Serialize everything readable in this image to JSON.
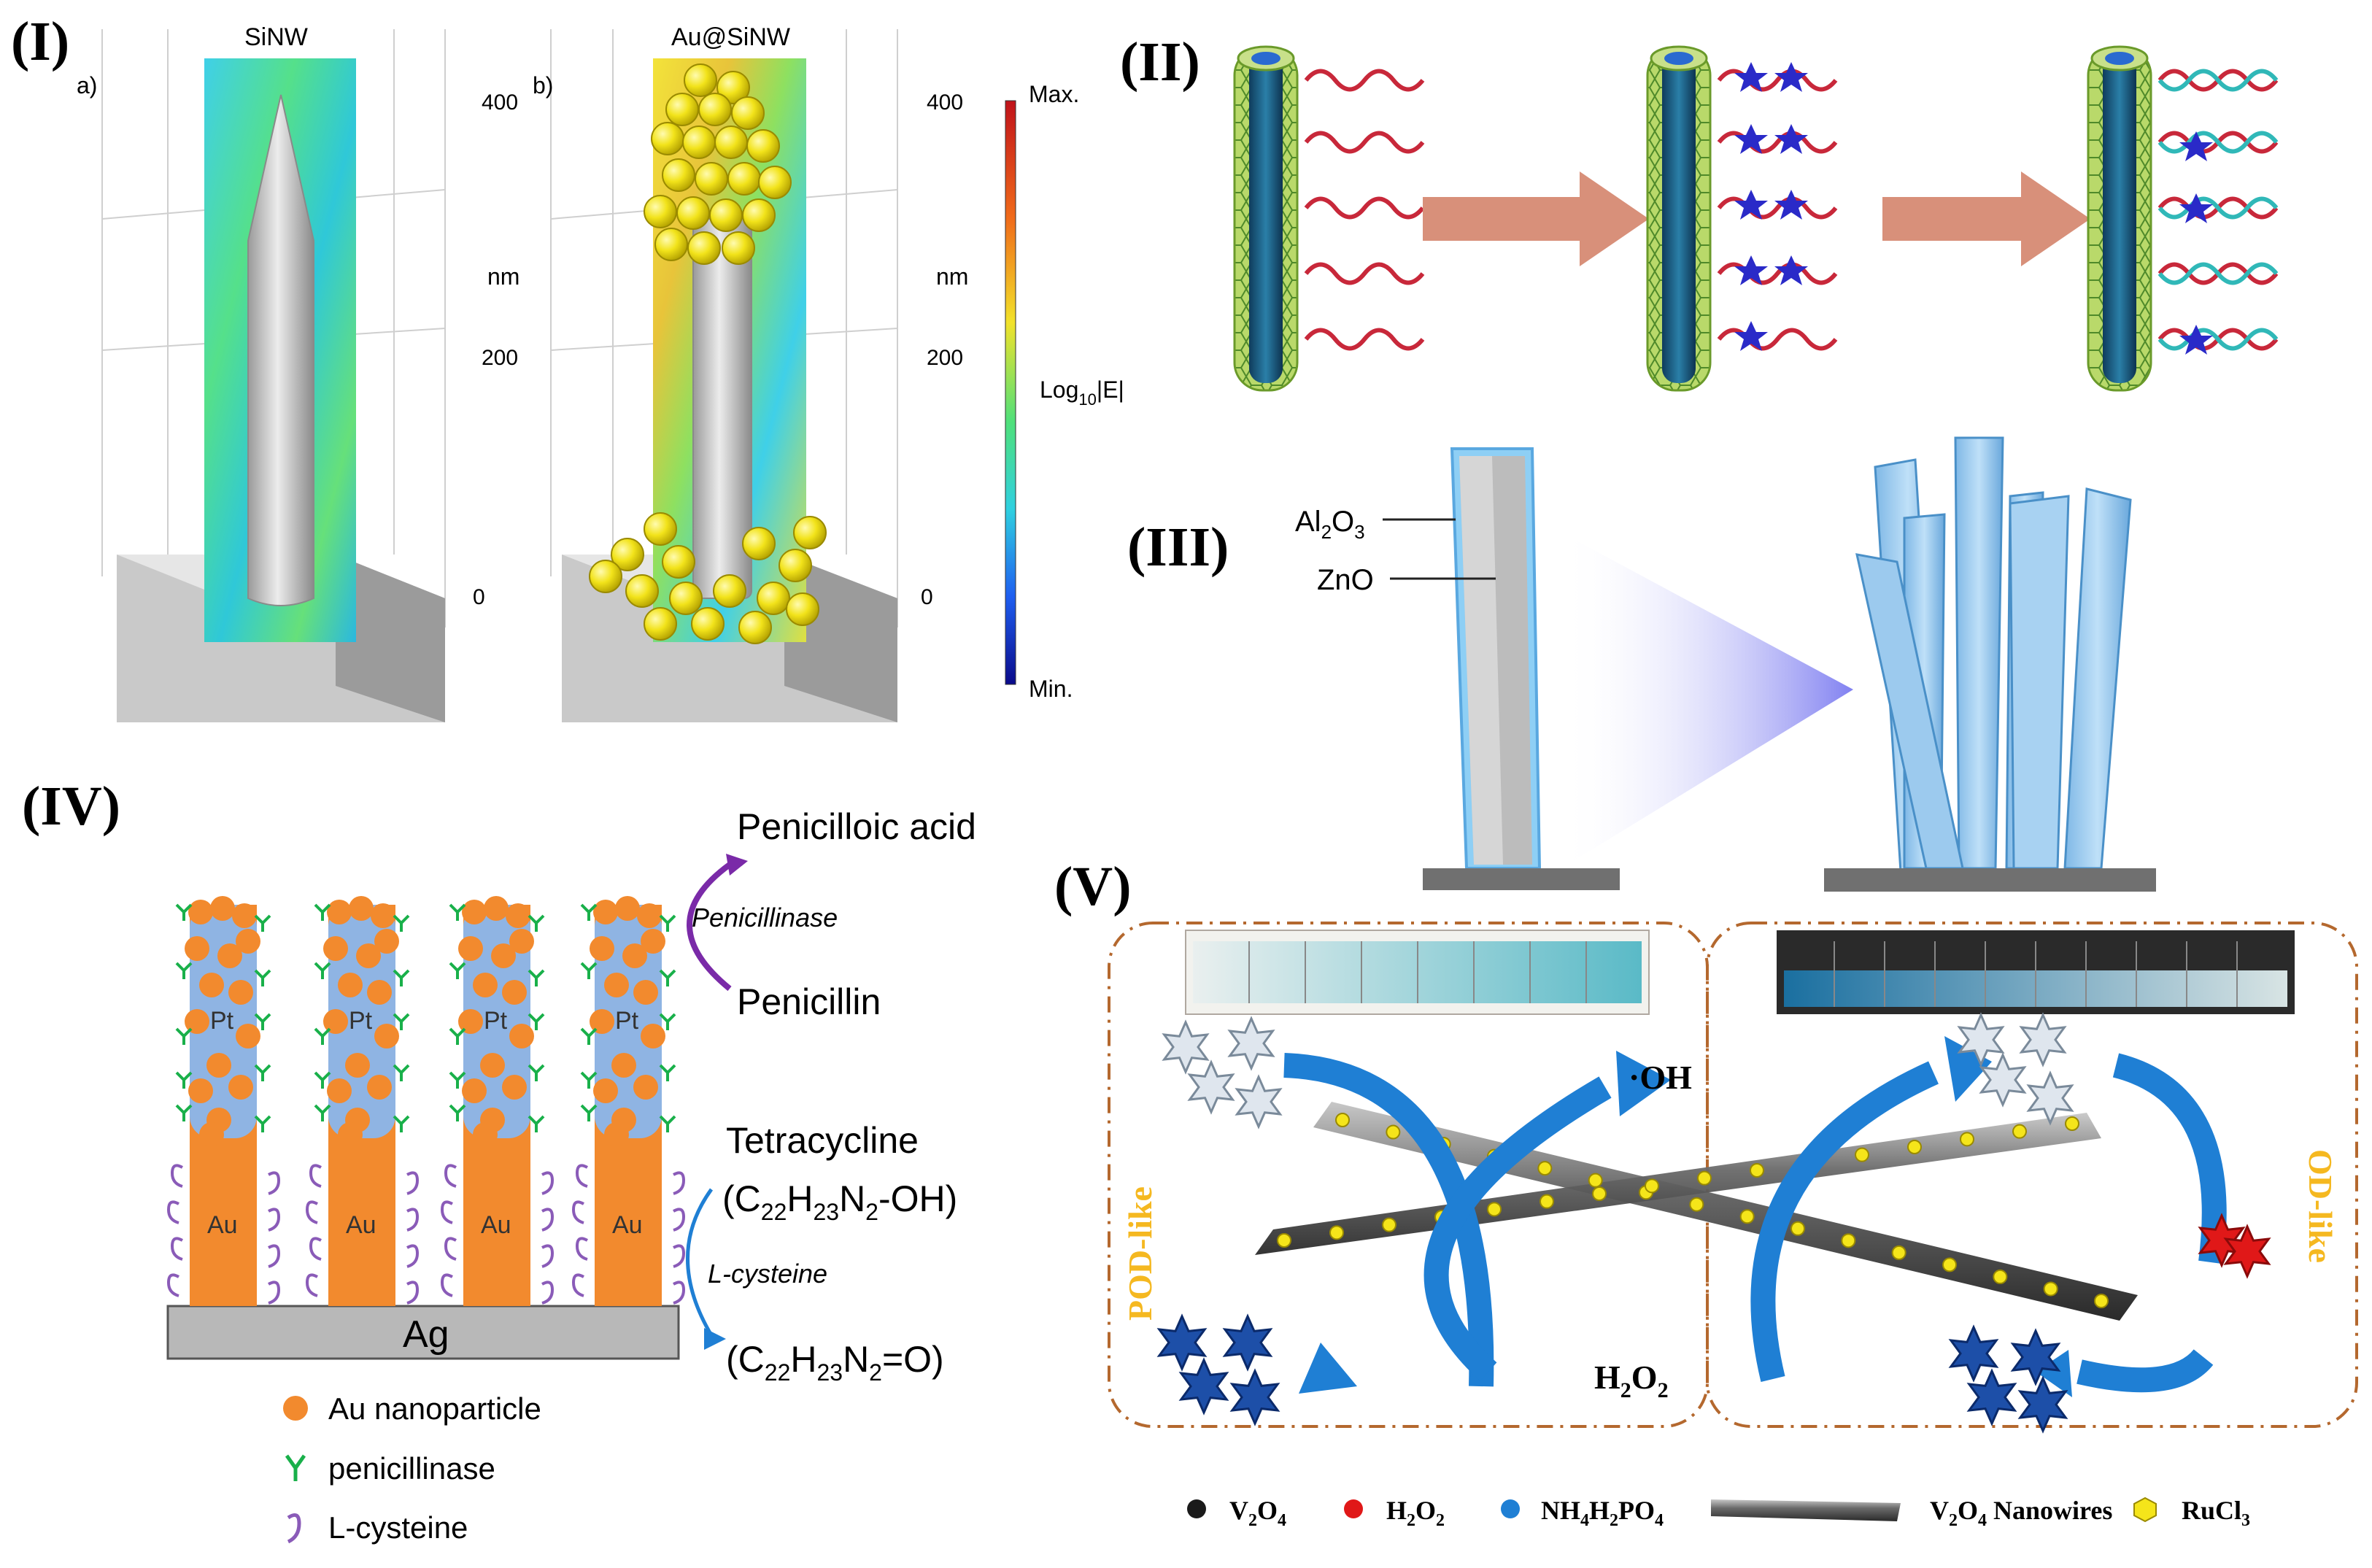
{
  "panel_I": {
    "label": "(I)",
    "sub_a": "a)",
    "sub_b": "b)",
    "title_a": "SiNW",
    "title_b": "Au@SiNW",
    "unit": "nm",
    "ticks": [
      "400",
      "200",
      "0"
    ],
    "colorbar": {
      "max": "Max.",
      "min": "Min.",
      "label_prefix": "Log",
      "label_sub": "10",
      "label_suffix": "|E|"
    }
  },
  "panel_II": {
    "label": "(II)"
  },
  "panel_III": {
    "label": "(III)",
    "layer1_base": "Al",
    "layer1_sub": "2",
    "layer1_mid": "O",
    "layer1_sub2": "3",
    "layer2": "ZnO"
  },
  "panel_IV": {
    "label": "(IV)",
    "top_product": "Penicilloic acid",
    "enzyme": "Penicillinase",
    "substrate": "Penicillin",
    "tetracycline": "Tetracycline",
    "formula1": {
      "p1": "(C",
      "s1": "22",
      "p2": "H",
      "s2": "23",
      "p3": "N",
      "s3": "2",
      "p4": "-OH)"
    },
    "linker": "L-cysteine",
    "formula2": {
      "p1": "(C",
      "s1": "22",
      "p2": "H",
      "s2": "23",
      "p3": "N",
      "s3": "2",
      "p4": "=O)"
    },
    "substrate_label": "Ag",
    "tip_label": "Pt",
    "rod_label": "Au",
    "legend": [
      "Au nanoparticle",
      "penicillinase",
      "L-cysteine"
    ],
    "colors": {
      "orange": "#f28a2e",
      "blue": "#8fb4e3",
      "green": "#19b04a",
      "purple": "#8a5bb8"
    }
  },
  "panel_V": {
    "label": "(V)",
    "oh": "·OH",
    "h2o2_base": "H",
    "h2o2_sub": "2",
    "h2o2_mid": "O",
    "h2o2_sub2": "2",
    "left_side": "POD-like",
    "right_side": "OD-like",
    "legend": [
      {
        "name": "V2O4",
        "base": "V",
        "s1": "2",
        "mid": "O",
        "s2": "4",
        "tail": ""
      },
      {
        "name": "H2O2",
        "base": "H",
        "s1": "2",
        "mid": "O",
        "s2": "2",
        "tail": ""
      },
      {
        "name": "NH4H2PO4",
        "base": "NH",
        "s1": "4",
        "mid": "H",
        "s2": "2",
        "tail": "PO",
        "s3": "4"
      },
      {
        "name": "V2O4 Nanowires",
        "base": "V",
        "s1": "2",
        "mid": "O",
        "s2": "4",
        "tail": " Nanowires"
      },
      {
        "name": "RuCl3",
        "base": "RuCl",
        "s1": "3",
        "mid": "",
        "s2": "",
        "tail": ""
      }
    ],
    "colors": {
      "side_label": "#f5b820",
      "arrow": "#1f7fd4",
      "dash": "#b4682e"
    }
  }
}
